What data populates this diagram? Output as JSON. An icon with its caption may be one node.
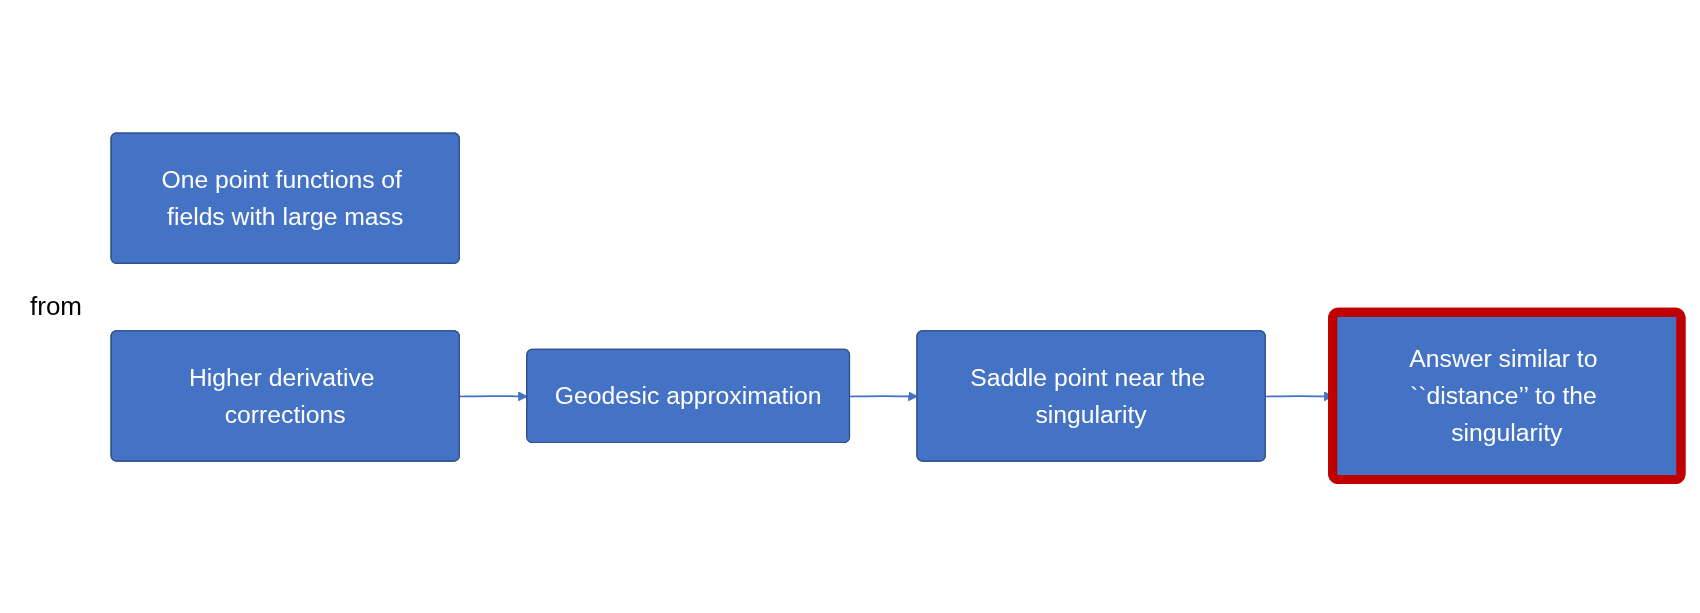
{
  "diagram": {
    "nodes": [
      {
        "text": [
          "One point functions of fields with large mass"
        ]
      },
      {
        "text": [
          "Higher derivative corrections"
        ]
      },
      {
        "text": [
          "Geodesic approximation"
        ]
      },
      {
        "text": [
          "Saddle point near the singularity"
        ]
      },
      {
        "text": [
          "Answer similar to ``distance’’ to the singularity"
        ]
      }
    ],
    "edges": [
      {
        "from": 1,
        "to": 2,
        "arrow": "to"
      },
      {
        "from": 2,
        "to": 3,
        "arrow": "to"
      },
      {
        "from": 3,
        "to": 4,
        "arrow": "to"
      }
    ],
    "labels": [
      "from"
    ]
  }
}
